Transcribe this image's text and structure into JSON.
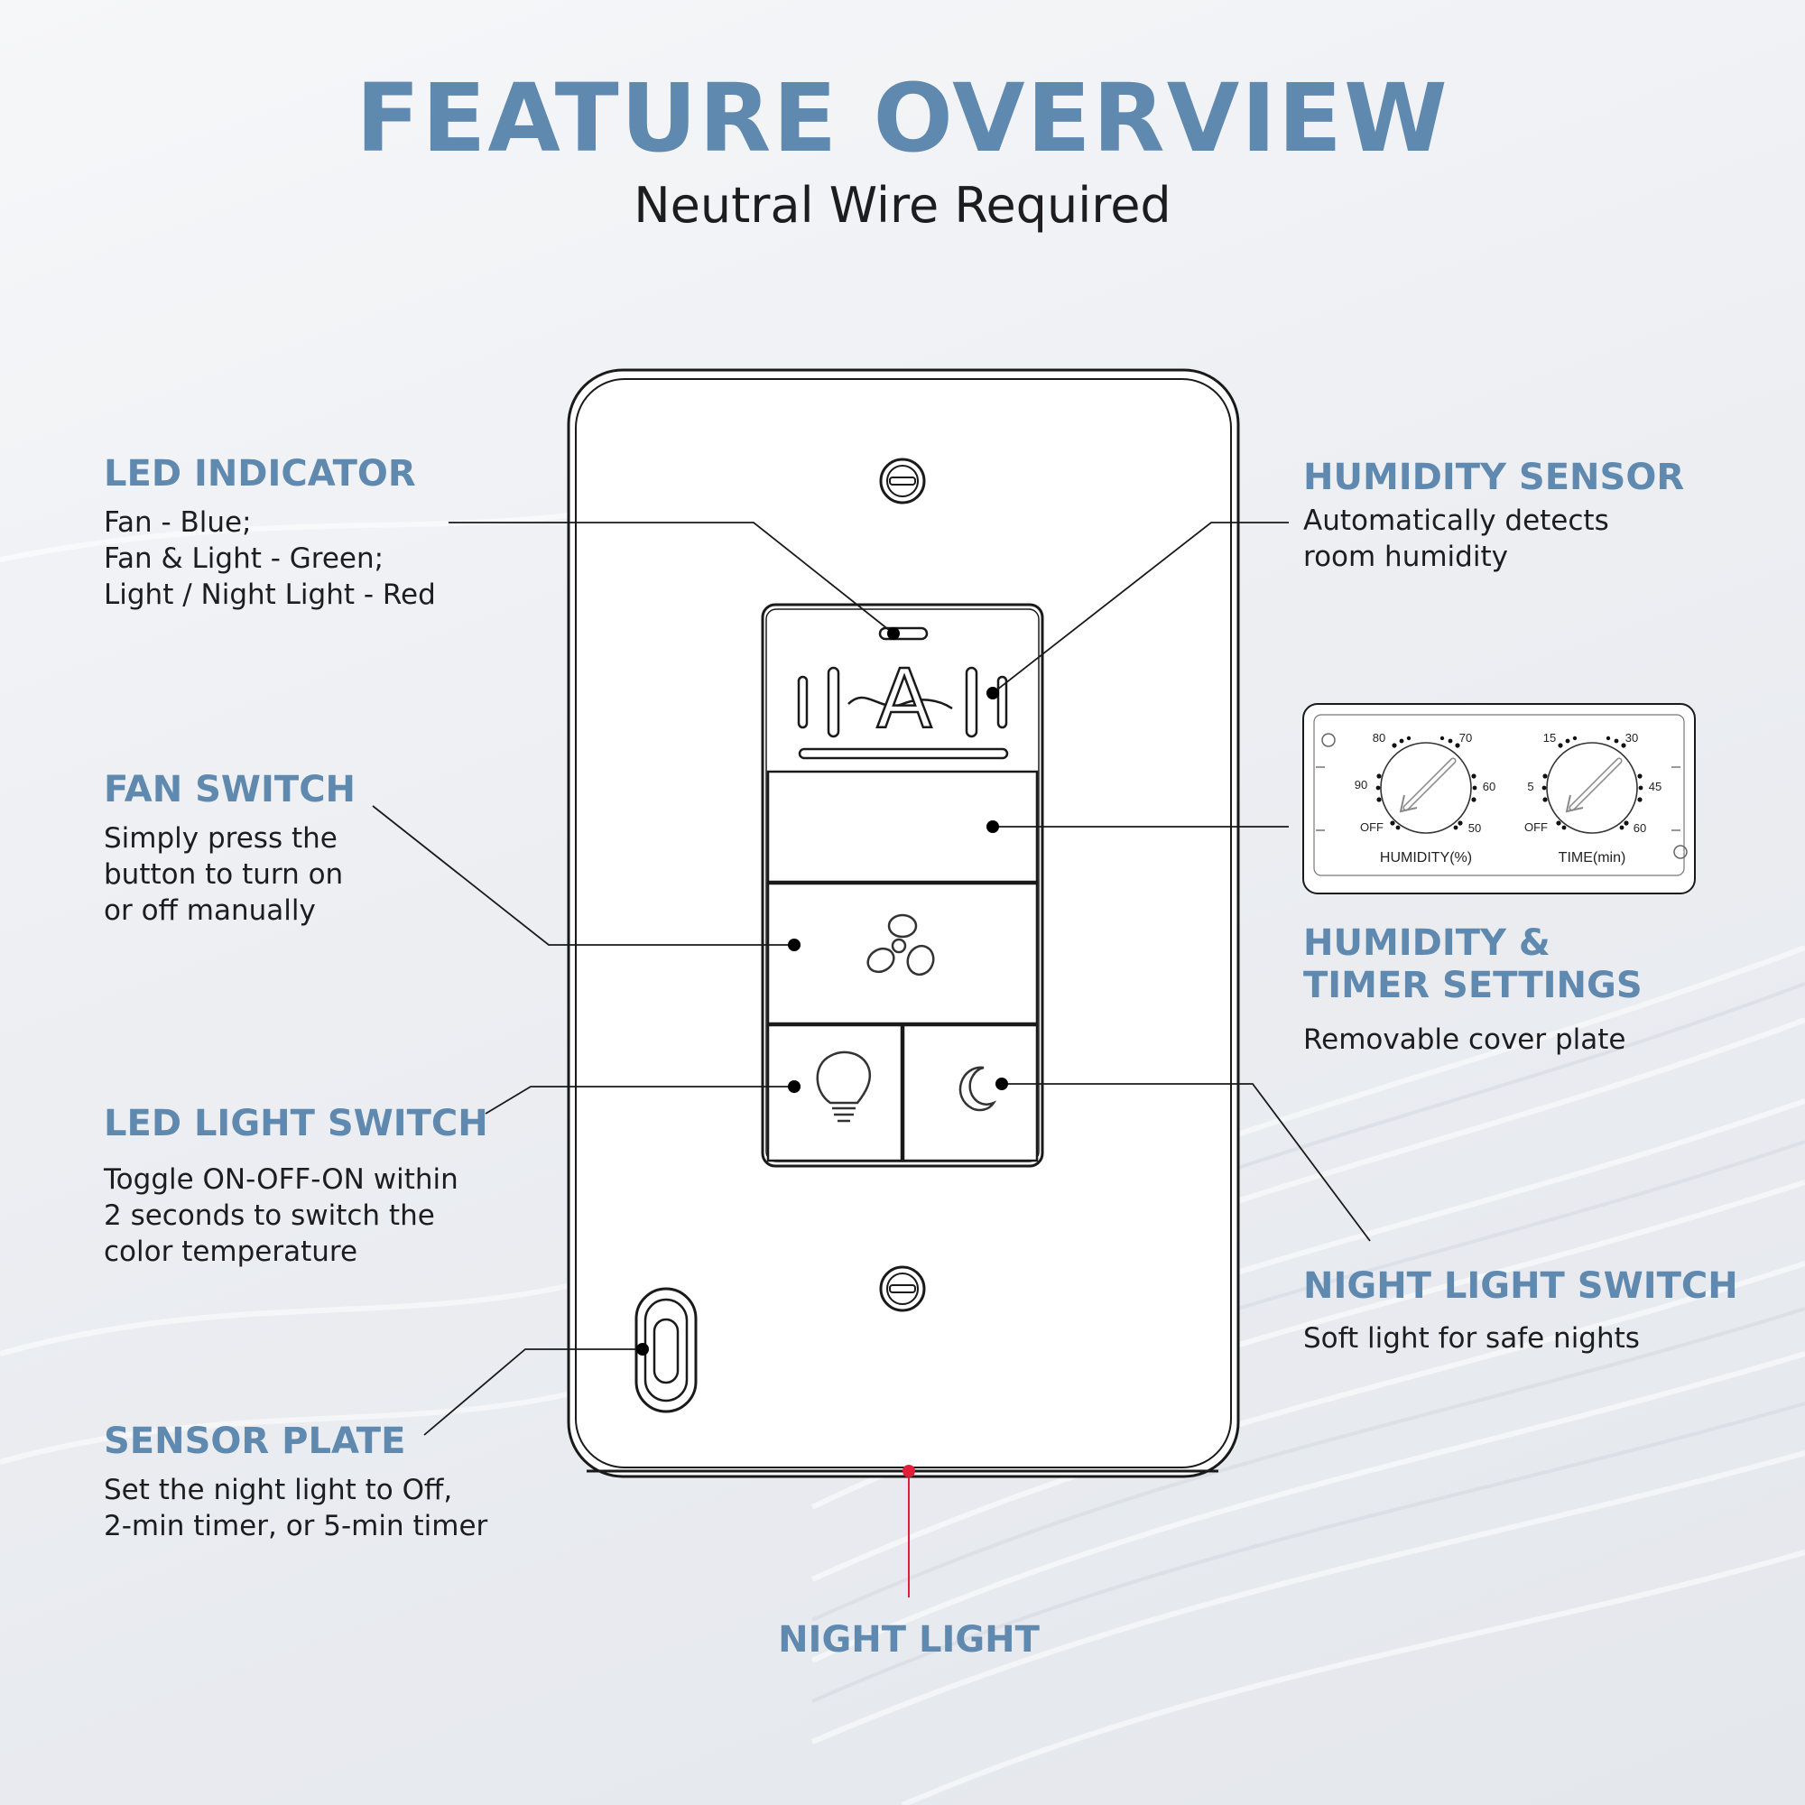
{
  "header": {
    "title": "FEATURE OVERVIEW",
    "subtitle": "Neutral Wire Required"
  },
  "callouts": {
    "led_indicator": {
      "title": "LED INDICATOR",
      "description": "Fan - Blue;\nFan & Light - Green;\nLight / Night Light - Red"
    },
    "fan_switch": {
      "title": "FAN SWITCH",
      "description": "Simply press the\nbutton to turn on\nor off manually"
    },
    "led_light_switch": {
      "title": "LED LIGHT SWITCH",
      "description": "Toggle ON-OFF-ON within\n2 seconds to switch the\ncolor temperature"
    },
    "sensor_plate": {
      "title": "SENSOR PLATE",
      "description": "Set the night light to Off,\n2-min timer, or 5-min timer"
    },
    "humidity_sensor": {
      "title": "HUMIDITY SENSOR",
      "description": "Automatically detects\nroom humidity"
    },
    "humidity_timer": {
      "title": "HUMIDITY &\nTIMER SETTINGS",
      "description": "Removable cover plate"
    },
    "night_light_switch": {
      "title": "NIGHT LIGHT SWITCH",
      "description": "Soft light for safe nights"
    },
    "night_light": {
      "title": "NIGHT LIGHT"
    }
  },
  "settings_panel": {
    "humidity_dial": {
      "label": "HUMIDITY(%)",
      "ticks": [
        "80",
        "70",
        "90",
        "60",
        "OFF",
        "50"
      ]
    },
    "timer_dial": {
      "label": "TIME(min)",
      "ticks": [
        "15",
        "30",
        "5",
        "45",
        "OFF",
        "60"
      ]
    }
  },
  "device": {
    "logo_letter": "A"
  },
  "colors": {
    "accent": "#6089b0",
    "text": "#1d1d1f",
    "line": "#1a1a1a",
    "night_light": "#e0203a"
  },
  "icons": [
    "fan-icon",
    "bulb-icon",
    "moon-icon",
    "screw-icon"
  ]
}
